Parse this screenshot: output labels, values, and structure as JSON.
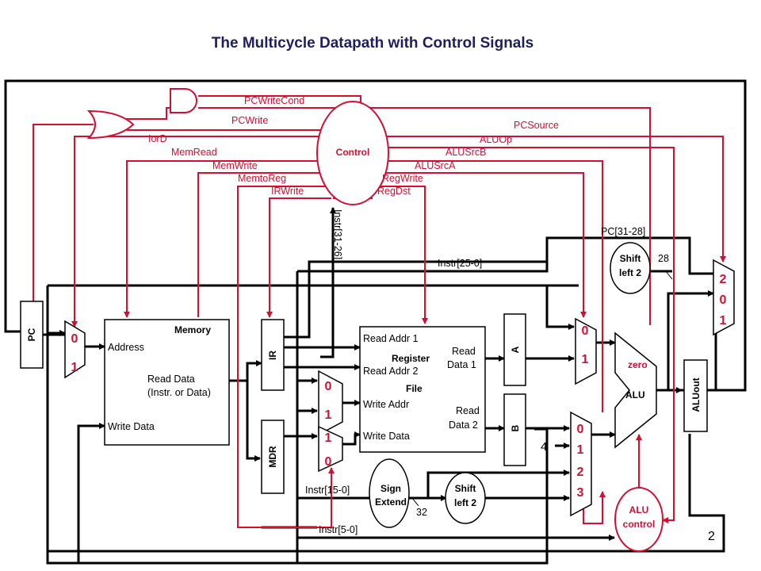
{
  "title": "The Multicycle Datapath with Control Signals",
  "colors": {
    "control": "#d40f32",
    "wire": "#000000",
    "title": "#1f1f5c"
  },
  "units": {
    "pc": "PC",
    "memory": {
      "title": "Memory",
      "address": "Address",
      "read_data": "Read Data",
      "read_data_sub": "(Instr. or Data)",
      "write_data": "Write Data"
    },
    "ir": "IR",
    "mdr": "MDR",
    "register_file": {
      "read_addr1": "Read Addr 1",
      "title1": "Register",
      "read_addr2": "Read Addr 2",
      "title2": "File",
      "write_addr": "Write Addr",
      "write_data": "Write Data",
      "read_data1_a": "Read",
      "read_data1_b": "Data 1",
      "read_data2_a": "Read",
      "read_data2_b": "Data 2"
    },
    "reg_a": "A",
    "reg_b": "B",
    "alu": "ALU",
    "zero": "zero",
    "aluout": "ALUout",
    "control": "Control",
    "alu_control_1": "ALU",
    "alu_control_2": "control",
    "sign_extend_1": "Sign",
    "sign_extend_2": "Extend",
    "shift_left_a": "Shift",
    "shift_left_b": "left 2"
  },
  "signals": {
    "pcwritecond": "PCWriteCond",
    "pcwrite": "PCWrite",
    "iord": "IorD",
    "memread": "MemRead",
    "memwrite": "MemWrite",
    "memtoreg": "MemtoReg",
    "irwrite": "IRWrite",
    "pcsource": "PCSource",
    "aluop": "ALUOp",
    "alusrcb": "ALUSrcB",
    "alusrca": "ALUSrcA",
    "regwrite": "RegWrite",
    "regdst": "RegDst"
  },
  "wire_labels": {
    "instr_31_26": "Instr[31-26]",
    "instr_25_0": "Instr[25-0]",
    "pc_31_28": "PC[31-28]",
    "instr_15_0": "Instr[15-0]",
    "instr_5_0": "Instr[5-0]",
    "w28": "28",
    "w32": "32",
    "const4": "4"
  },
  "mux_inputs": {
    "pc_mux": [
      "0",
      "1"
    ],
    "regdst_mux": [
      "0",
      "1"
    ],
    "memtoreg_mux": [
      "1",
      "0"
    ],
    "alusrca_mux": [
      "0",
      "1"
    ],
    "alusrcb_mux": [
      "0",
      "1",
      "2",
      "3"
    ],
    "pcsource_mux": [
      "2",
      "0",
      "1"
    ]
  },
  "page_number": "2"
}
